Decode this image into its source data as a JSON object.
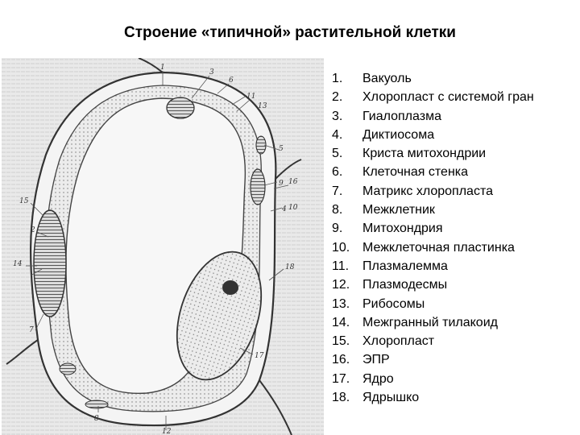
{
  "title": "Строение «типичной» растительной клетки",
  "figure_labels": [
    "1",
    "2",
    "3",
    "4",
    "5",
    "6",
    "7",
    "8",
    "9",
    "10",
    "11",
    "12",
    "13",
    "14",
    "15",
    "16",
    "17",
    "18"
  ],
  "legend": [
    {
      "num": "1.",
      "text": "Вакуоль"
    },
    {
      "num": "2.",
      "text": "Хлоропласт с системой гран"
    },
    {
      "num": "3.",
      "text": "Гиалоплазма"
    },
    {
      "num": "4.",
      "text": "Диктиосома"
    },
    {
      "num": "5.",
      "text": "Криста митохондрии"
    },
    {
      "num": "6.",
      "text": "Клеточная стенка"
    },
    {
      "num": "7.",
      "text": "Матрикс хлоропласта"
    },
    {
      "num": "8.",
      "text": "Межклетник"
    },
    {
      "num": "9.",
      "text": "Митохондрия"
    },
    {
      "num": "10.",
      "text": "Межклеточная пластинка"
    },
    {
      "num": "11.",
      "text": "Плазмалемма"
    },
    {
      "num": "12.",
      "text": "Плазмодесмы"
    },
    {
      "num": "13.",
      "text": "Рибосомы"
    },
    {
      "num": "14.",
      "text": "Межгранный тилакоид"
    },
    {
      "num": "15.",
      "text": "Хлоропласт"
    },
    {
      "num": "16.",
      "text": "ЭПР"
    },
    {
      "num": "17.",
      "text": "Ядро"
    },
    {
      "num": "18.",
      "text": "Ядрышко"
    }
  ]
}
